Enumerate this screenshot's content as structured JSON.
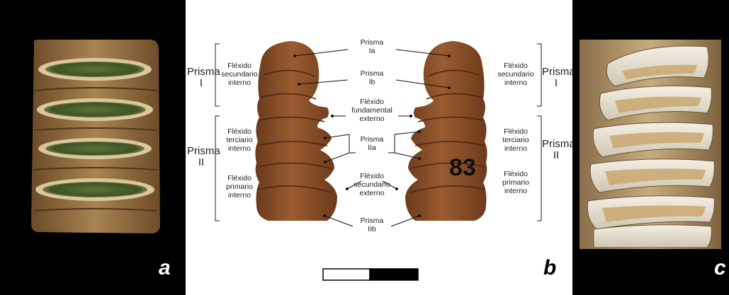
{
  "panel_letters": {
    "a": "a",
    "b": "b",
    "c": "c"
  },
  "labels": {
    "prisma_ia": [
      "Prisma",
      "Ia"
    ],
    "prisma_ib": [
      "Prisma",
      "Ib"
    ],
    "flexido_fundamental_externo": [
      "Fléxido",
      "fundamental",
      "externo"
    ],
    "prisma_iia": [
      "Prisma",
      "IIa"
    ],
    "flexido_secundario_externo": [
      "Fléxido",
      "secundario",
      "externo"
    ],
    "prisma_iib": [
      "Prisma",
      "IIb"
    ],
    "left_flexido_secundario_interno": [
      "Fléxido",
      "secundario",
      "interno"
    ],
    "left_flexido_terciario_interno": [
      "Fléxido",
      "terciario",
      "interno"
    ],
    "left_flexido_primario_interno": [
      "Fléxido",
      "primario",
      "interno"
    ],
    "right_flexido_secundario_interno": [
      "Fléxido",
      "secundario",
      "interno"
    ],
    "right_flexido_terciario_interno": [
      "Fléxido",
      "terciario",
      "interno"
    ],
    "right_flexido_primario_interno": [
      "Fléxido",
      "primario",
      "interno"
    ],
    "left_prisma_i": [
      "Prisma",
      "I"
    ],
    "left_prisma_ii": [
      "Prisma",
      "II"
    ],
    "right_prisma_i": [
      "Prisma",
      "I"
    ],
    "right_prisma_ii": [
      "Prisma",
      "II"
    ]
  },
  "specimen_mark": "83",
  "colors": {
    "background_dark": "#000000",
    "tooth_brown": "#8a4f27",
    "tooth_dark": "#5e3218",
    "enamel_cream": "#e8e2d3",
    "dentine_green": "#5d6b34",
    "bone_tan": "#b49a70"
  }
}
